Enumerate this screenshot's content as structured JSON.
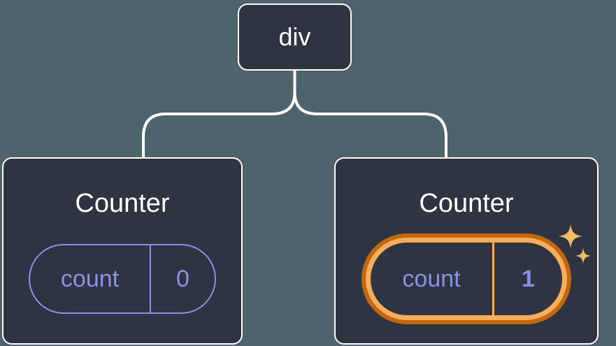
{
  "colors": {
    "page-bg": "#4D646C",
    "node-bg": "#2E3440",
    "line": "#FFFFFF",
    "state-purple": "#8A91E8",
    "highlight-orange-dark": "#C2690F",
    "highlight-orange-light": "#F9AE5B",
    "sparkle": "#F5BB63"
  },
  "tree": {
    "root": {
      "label": "div"
    },
    "cards": [
      {
        "title": "Counter",
        "state_key": "count",
        "state_value": "0",
        "highlighted": false
      },
      {
        "title": "Counter",
        "state_key": "count",
        "state_value": "1",
        "highlighted": true
      }
    ]
  },
  "icons": {
    "sparkles": "four-point-stars"
  }
}
